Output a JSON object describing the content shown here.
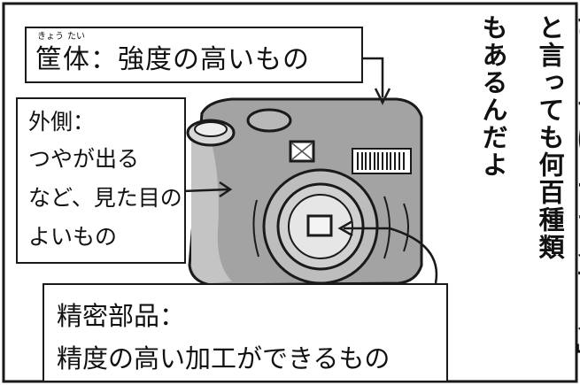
{
  "housing": {
    "ruby_kyou": "きょう",
    "ruby_tai": "たい",
    "text": "筐体：強度の高いもの"
  },
  "exterior": {
    "lines": [
      "外側：",
      "つやが出る",
      "など、見た目の",
      "よいもの"
    ]
  },
  "precision": {
    "lines": [
      "精密部品：",
      "精度の高い加工ができるもの"
    ]
  },
  "narration": {
    "line1": "ひとくちに「プラスチック」と言っても何百種類",
    "line2": "もあるんだよ"
  },
  "camera": {
    "body_color": "#9a9a9a",
    "outline_color": "#1a1a1a"
  }
}
